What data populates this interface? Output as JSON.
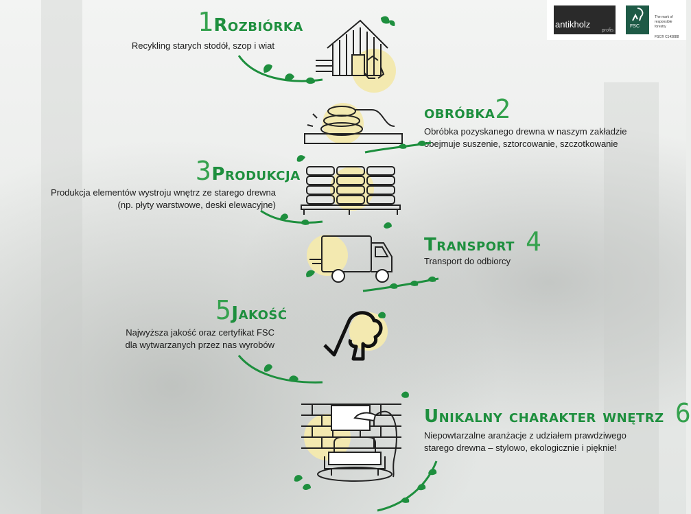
{
  "logos": {
    "antikholz": "antikholz",
    "antikholz_sub": "profis",
    "fsc": "FSC",
    "fsc_tagline": "The mark of responsible forestry",
    "fsc_code": "FSC® C143888"
  },
  "steps": [
    {
      "num": "1",
      "title": "Rozbiórka",
      "lines": [
        "Recykling starych stodół, szop i wiat"
      ],
      "icon": "barn-recycle-icon"
    },
    {
      "num": "2",
      "title": "obróbka",
      "lines": [
        "Obróbka pozyskanego drewna w naszym zakładzie",
        "obejmuje suszenie, sztorcowanie, szczotkowanie"
      ],
      "icon": "sander-icon"
    },
    {
      "num": "3",
      "title": "Produkcja",
      "lines": [
        "Produkcja elementów wystroju wnętrz ze starego drewna",
        "(np. płyty warstwowe, deski elewacyjne)"
      ],
      "icon": "pallet-planks-icon"
    },
    {
      "num": "4",
      "title": "Transport",
      "lines": [
        "Transport do odbiorcy"
      ],
      "icon": "truck-icon"
    },
    {
      "num": "5",
      "title": "Jakość",
      "lines": [
        "Najwyższa jakość oraz certyfikat FSC",
        "dla wytwarzanych przez nas wyrobów"
      ],
      "icon": "fsc-tree-icon"
    },
    {
      "num": "6",
      "title": "Unikalny charakter wnętrz",
      "lines": [
        "Niepowtarzalne aranżacje z udziałem prawdziwego",
        "starego drewna – stylowo, ekologicznie i pięknie!"
      ],
      "icon": "interior-sofa-icon"
    }
  ],
  "colors": {
    "accent_green": "#1e8f3e",
    "yellow_blob": "#f3e9b0",
    "icon_stroke": "#222222"
  }
}
